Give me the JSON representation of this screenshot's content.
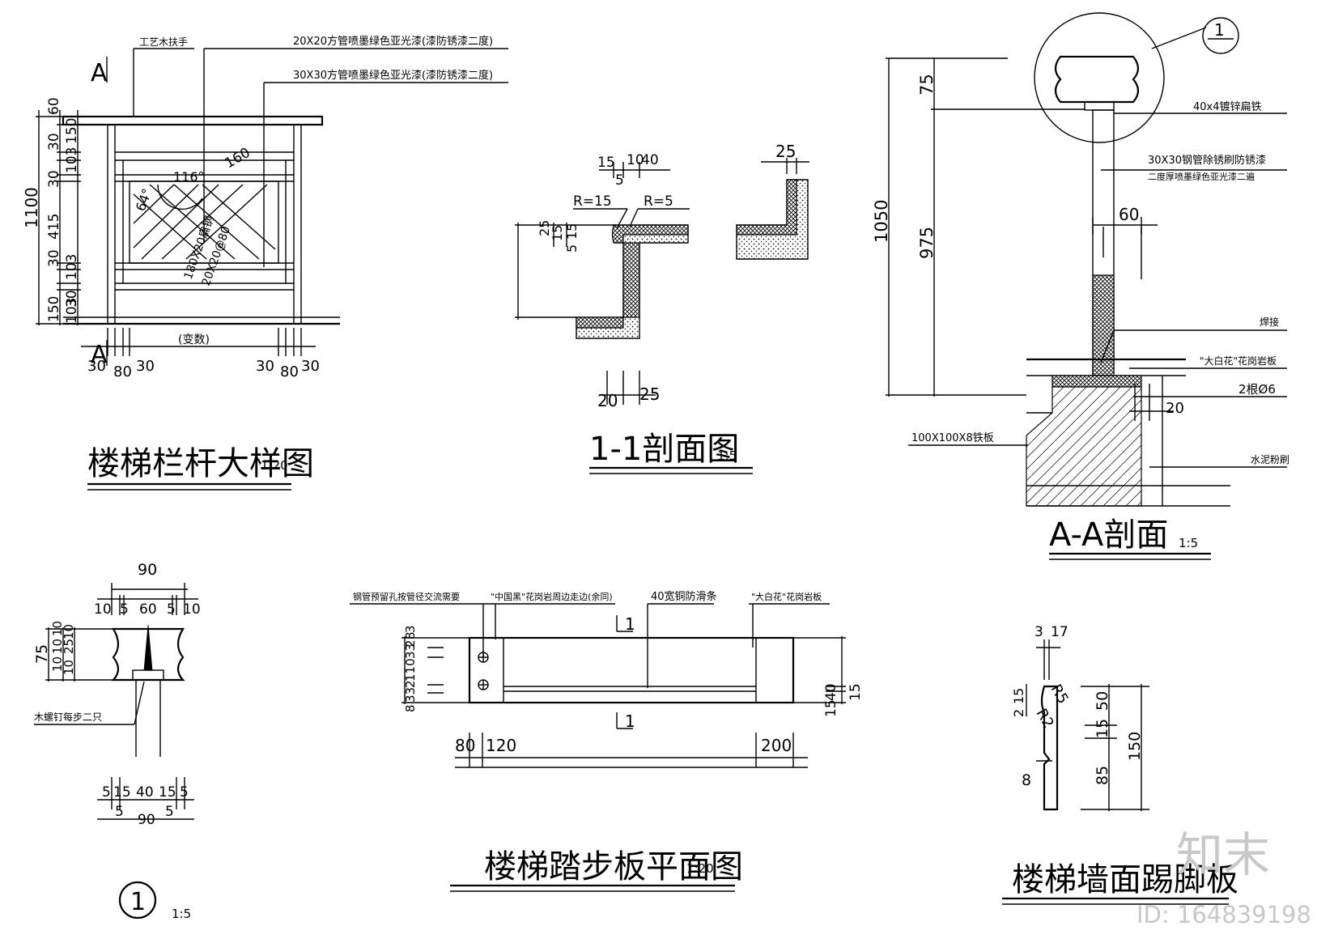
{
  "railing_detail": {
    "section_mark_top": "A",
    "section_mark_bottom": "A",
    "callout_handrail": "工艺木扶手",
    "callout_tube_20": "20X20方管喷墨绿色亚光漆(漆防锈漆二度)",
    "callout_tube_30": "30X30方管喷墨绿色亚光漆(漆防锈漆二度)",
    "dim_total": "1100",
    "dim_v": [
      "60",
      "30",
      "150",
      "103",
      "30",
      "415",
      "30",
      "103",
      "30",
      "103",
      "150"
    ],
    "angle_116": "116°",
    "angle_64": "64°",
    "dim_160": "160",
    "dim_diag_a": "180X20扁钢",
    "dim_diag_b": "20X20@80",
    "dim_bottom": [
      "30",
      "80",
      "30",
      "30",
      "80",
      "30"
    ],
    "variable": "(变数)",
    "title": "楼梯栏杆大样图",
    "scale": "1:20"
  },
  "section_1_1": {
    "dims_top": [
      "15",
      "10",
      "40",
      "5"
    ],
    "dim_25_top": "25",
    "r15": "R=15",
    "r5": "R=5",
    "dims_left": [
      "25",
      "15",
      "5",
      "15"
    ],
    "dims_bottom": [
      "20",
      "25"
    ],
    "title": "1-1剖面图",
    "scale": "1:5"
  },
  "section_a_a": {
    "detail_no": "1",
    "dim_1050": "1050",
    "dim_75": "75",
    "dim_975": "975",
    "dim_60": "60",
    "dim_20": "20",
    "callout_flat": "40x4镀锌扁铁",
    "callout_tube_1": "30X30钢管除锈刷防锈漆",
    "callout_tube_2": "二度厚喷墨绿色亚光漆二遍",
    "callout_weld": "焊接",
    "callout_granite": "\"大白花\"花岗岩板",
    "callout_rebar": "2根Ø6",
    "callout_plate": "100X100X8铁板",
    "callout_cement": "水泥粉刷",
    "title": "A-A剖面",
    "scale": "1:5"
  },
  "handrail_profile": {
    "dim_90_top": "90",
    "dims_top": [
      "10",
      "5",
      "60",
      "5",
      "10"
    ],
    "dim_75": "75",
    "dims_left": [
      "10",
      "10",
      "10",
      "25",
      "10",
      "10"
    ],
    "callout_screw": "木螺钉每步二只",
    "dims_bottom": [
      "5",
      "15",
      "40",
      "15",
      "5"
    ],
    "dims_bottom2": [
      "5",
      "90",
      "5"
    ],
    "detail_no": "1",
    "scale": "1:5"
  },
  "tread_plan": {
    "callout_hole": "钢管预留孔按管径交流需要",
    "callout_black": "\"中国黑\"花岗岩周边走边(余同)",
    "callout_strip": "40宽铜防滑条",
    "callout_white": "\"大白花\"花岗岩板",
    "section_mark": "1",
    "dims_left": [
      "8",
      "33",
      "2",
      "110",
      "33",
      "2",
      "8",
      "3"
    ],
    "dims_right": [
      "15",
      "40",
      "15"
    ],
    "dim_80": "80",
    "dim_120": "120",
    "dim_200": "200",
    "title": "楼梯踏步板平面图",
    "scale": "1:20"
  },
  "skirting": {
    "dim_3": "3",
    "dim_17": "17",
    "dim_2": "2",
    "dim_15a": "15",
    "r5": "R5",
    "r2": "R2",
    "dim_15": "15",
    "dim_50": "50",
    "dim_150": "150",
    "dim_85": "85",
    "dim_8": "8",
    "title": "楼梯墙面踢脚板"
  },
  "watermark": {
    "logo": "知末",
    "id": "ID: 164839198"
  }
}
